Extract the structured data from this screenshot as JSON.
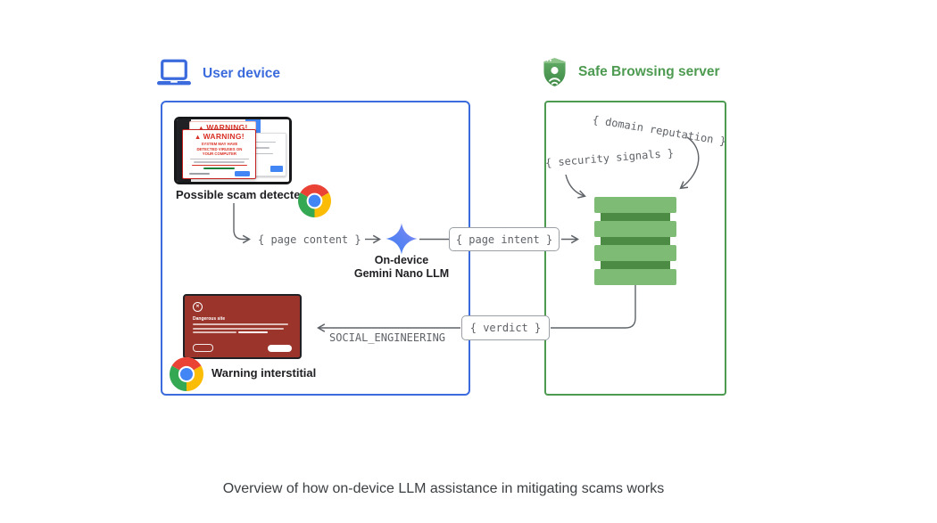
{
  "figure": {
    "caption": "Overview of how on-device LLM assistance in mitigating scams works"
  },
  "user_device": {
    "title": "User device",
    "accent_color": "#3b6bdd",
    "scam_preview": {
      "caption": "Possible scam detected",
      "warning_title": "WARNING!",
      "warning_body": "SYSTEM MAY HAVE DETECTED VIRUSES ON YOUR COMPUTER"
    },
    "interstitial": {
      "caption": "Warning interstitial",
      "heading": "Dangerous site",
      "background_color": "#9b352b"
    },
    "llm": {
      "line1": "On-device",
      "line2": "Gemini Nano LLM"
    }
  },
  "server": {
    "title": "Safe Browsing server",
    "accent_color": "#4d9a51",
    "domain_reputation_label": "{ domain reputation }",
    "security_signals_label": "{ security signals }",
    "stack_colors": {
      "light": "#7ebb74",
      "dark": "#4c8b44"
    }
  },
  "flow": {
    "page_content_label": "{ page content }",
    "page_intent_label": "{ page intent }",
    "verdict_label": "{ verdict }",
    "verdict_value": "SOCIAL_ENGINEERING"
  },
  "glyphs": {
    "close": "✕",
    "warning_triangle": "▲"
  },
  "icons": {
    "laptop": "laptop-icon",
    "shield": "safe-browsing-shield-icon",
    "gemini_sparkle": "gemini-sparkle-icon",
    "chrome": "chrome-logo-icon",
    "close_circle": "close-circle-icon",
    "warning_triangle": "warning-triangle-icon",
    "server_stack": "server-stack-shape"
  }
}
